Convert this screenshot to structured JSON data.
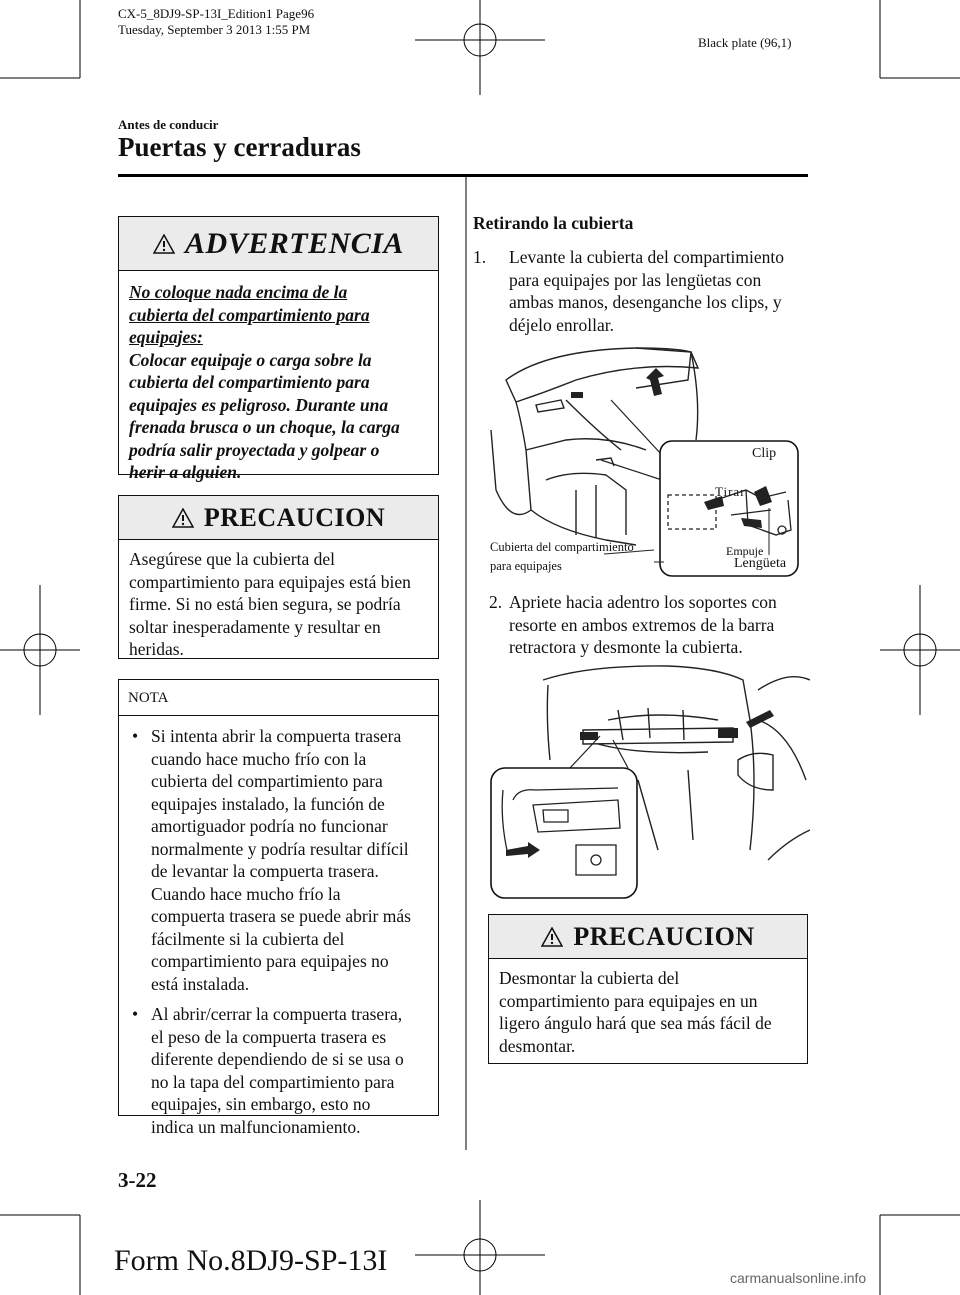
{
  "slug": {
    "line1": "CX-5_8DJ9-SP-13I_Edition1 Page96",
    "line2": "Tuesday, September 3 2013 1:55 PM",
    "plate": "Black plate (96,1)"
  },
  "header": {
    "kicker": "Antes de conducir",
    "title": "Puertas y cerraduras"
  },
  "warning": {
    "title": "ADVERTENCIA",
    "underlined_lines": [
      "No coloque nada encima de la",
      "cubierta del compartimiento para",
      "equipajes:"
    ],
    "lines": [
      "Colocar equipaje o carga sobre la",
      "cubierta del compartimiento para",
      "equipajes es peligroso. Durante una",
      "frenada brusca o un choque, la carga",
      "podría salir proyectada y golpear o",
      "herir a alguien."
    ]
  },
  "caution1": {
    "title": "PRECAUCION",
    "lines": [
      "Asegúrese que la cubierta del",
      "compartimiento para equipajes está bien",
      "firme. Si no está bien segura, se podría",
      "soltar inesperadamente y resultar en",
      "heridas."
    ]
  },
  "nota": {
    "title": "NOTA",
    "bullet": "•",
    "items": [
      [
        "Si intenta abrir la compuerta trasera",
        "cuando hace mucho frío con la",
        "cubierta del compartimiento para",
        "equipajes instalado, la función de",
        "amortiguador podría no funcionar",
        "normalmente y podría resultar difícil",
        "de levantar la compuerta trasera.",
        "Cuando hace mucho frío la",
        "compuerta trasera se puede abrir más",
        "fácilmente si la cubierta del",
        "compartimiento para equipajes no",
        "está instalada."
      ],
      [
        "Al abrir/cerrar la compuerta trasera,",
        "el peso de la compuerta trasera es",
        "diferente dependiendo de si se usa o",
        "no la tapa del compartimiento para",
        "equipajes, sin embargo, esto no",
        "indica un malfuncionamiento."
      ]
    ]
  },
  "removal": {
    "heading": "Retirando la cubierta",
    "step1": {
      "num": "1.",
      "lines": [
        "Levante la cubierta del compartimiento",
        "para equipajes por las lengüetas con",
        "ambas manos, desenganche los clips, y",
        "déjelo enrollar."
      ]
    },
    "figure1": {
      "clip": "Clip",
      "tirar": "Tirar",
      "cover_line1": "Cubierta del compartimiento",
      "cover_line2": "para equipajes",
      "empuje": "Empuje",
      "lengueta": "Lengüeta"
    },
    "step2": {
      "num": "2.",
      "lines": [
        "Apriete hacia adentro los soportes con",
        "resorte en ambos extremos de la barra",
        "retractora y desmonte la cubierta."
      ]
    }
  },
  "caution2": {
    "title": "PRECAUCION",
    "lines": [
      "Desmontar la cubierta del",
      "compartimiento para equipajes en un",
      "ligero ángulo hará que sea más fácil de",
      "desmontar."
    ]
  },
  "footer": {
    "page_number": "3-22",
    "form_number": "Form No.8DJ9-SP-13I",
    "watermark": "carmanualsonline.info"
  }
}
